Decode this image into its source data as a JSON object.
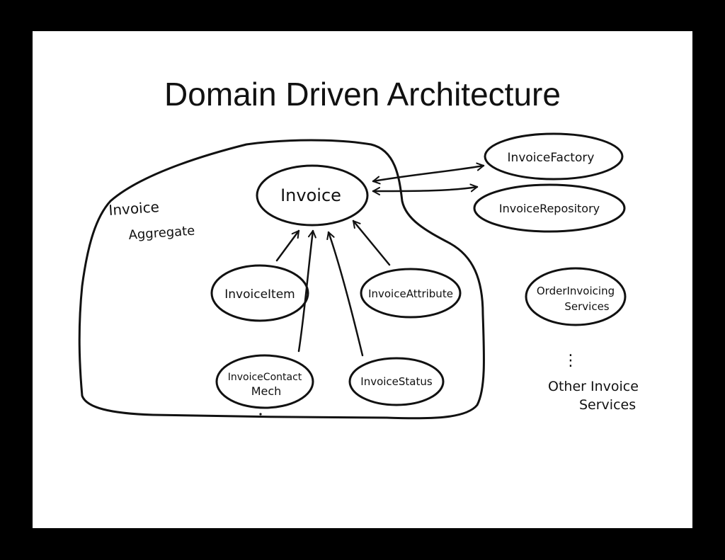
{
  "slide": {
    "title": "Domain Driven Architecture",
    "background_color": "#000000",
    "slide_color": "#ffffff",
    "ink_color": "#111111"
  },
  "diagram": {
    "aggregate_label_line1": "Invoice",
    "aggregate_label_line2": "Aggregate",
    "nodes": {
      "invoice": "Invoice",
      "invoice_item": "InvoiceItem",
      "invoice_attribute": "InvoiceAttribute",
      "invoice_contact_mech_line1": "InvoiceContact",
      "invoice_contact_mech_line2": "Mech",
      "invoice_status": "InvoiceStatus",
      "invoice_factory": "InvoiceFactory",
      "invoice_repository": "InvoiceRepository",
      "order_invoicing_services_line1": "OrderInvoicing",
      "order_invoicing_services_line2": "Services"
    },
    "other_services_line1": "Other Invoice",
    "other_services_line2": "Services",
    "continuation_dots": "⋮"
  }
}
